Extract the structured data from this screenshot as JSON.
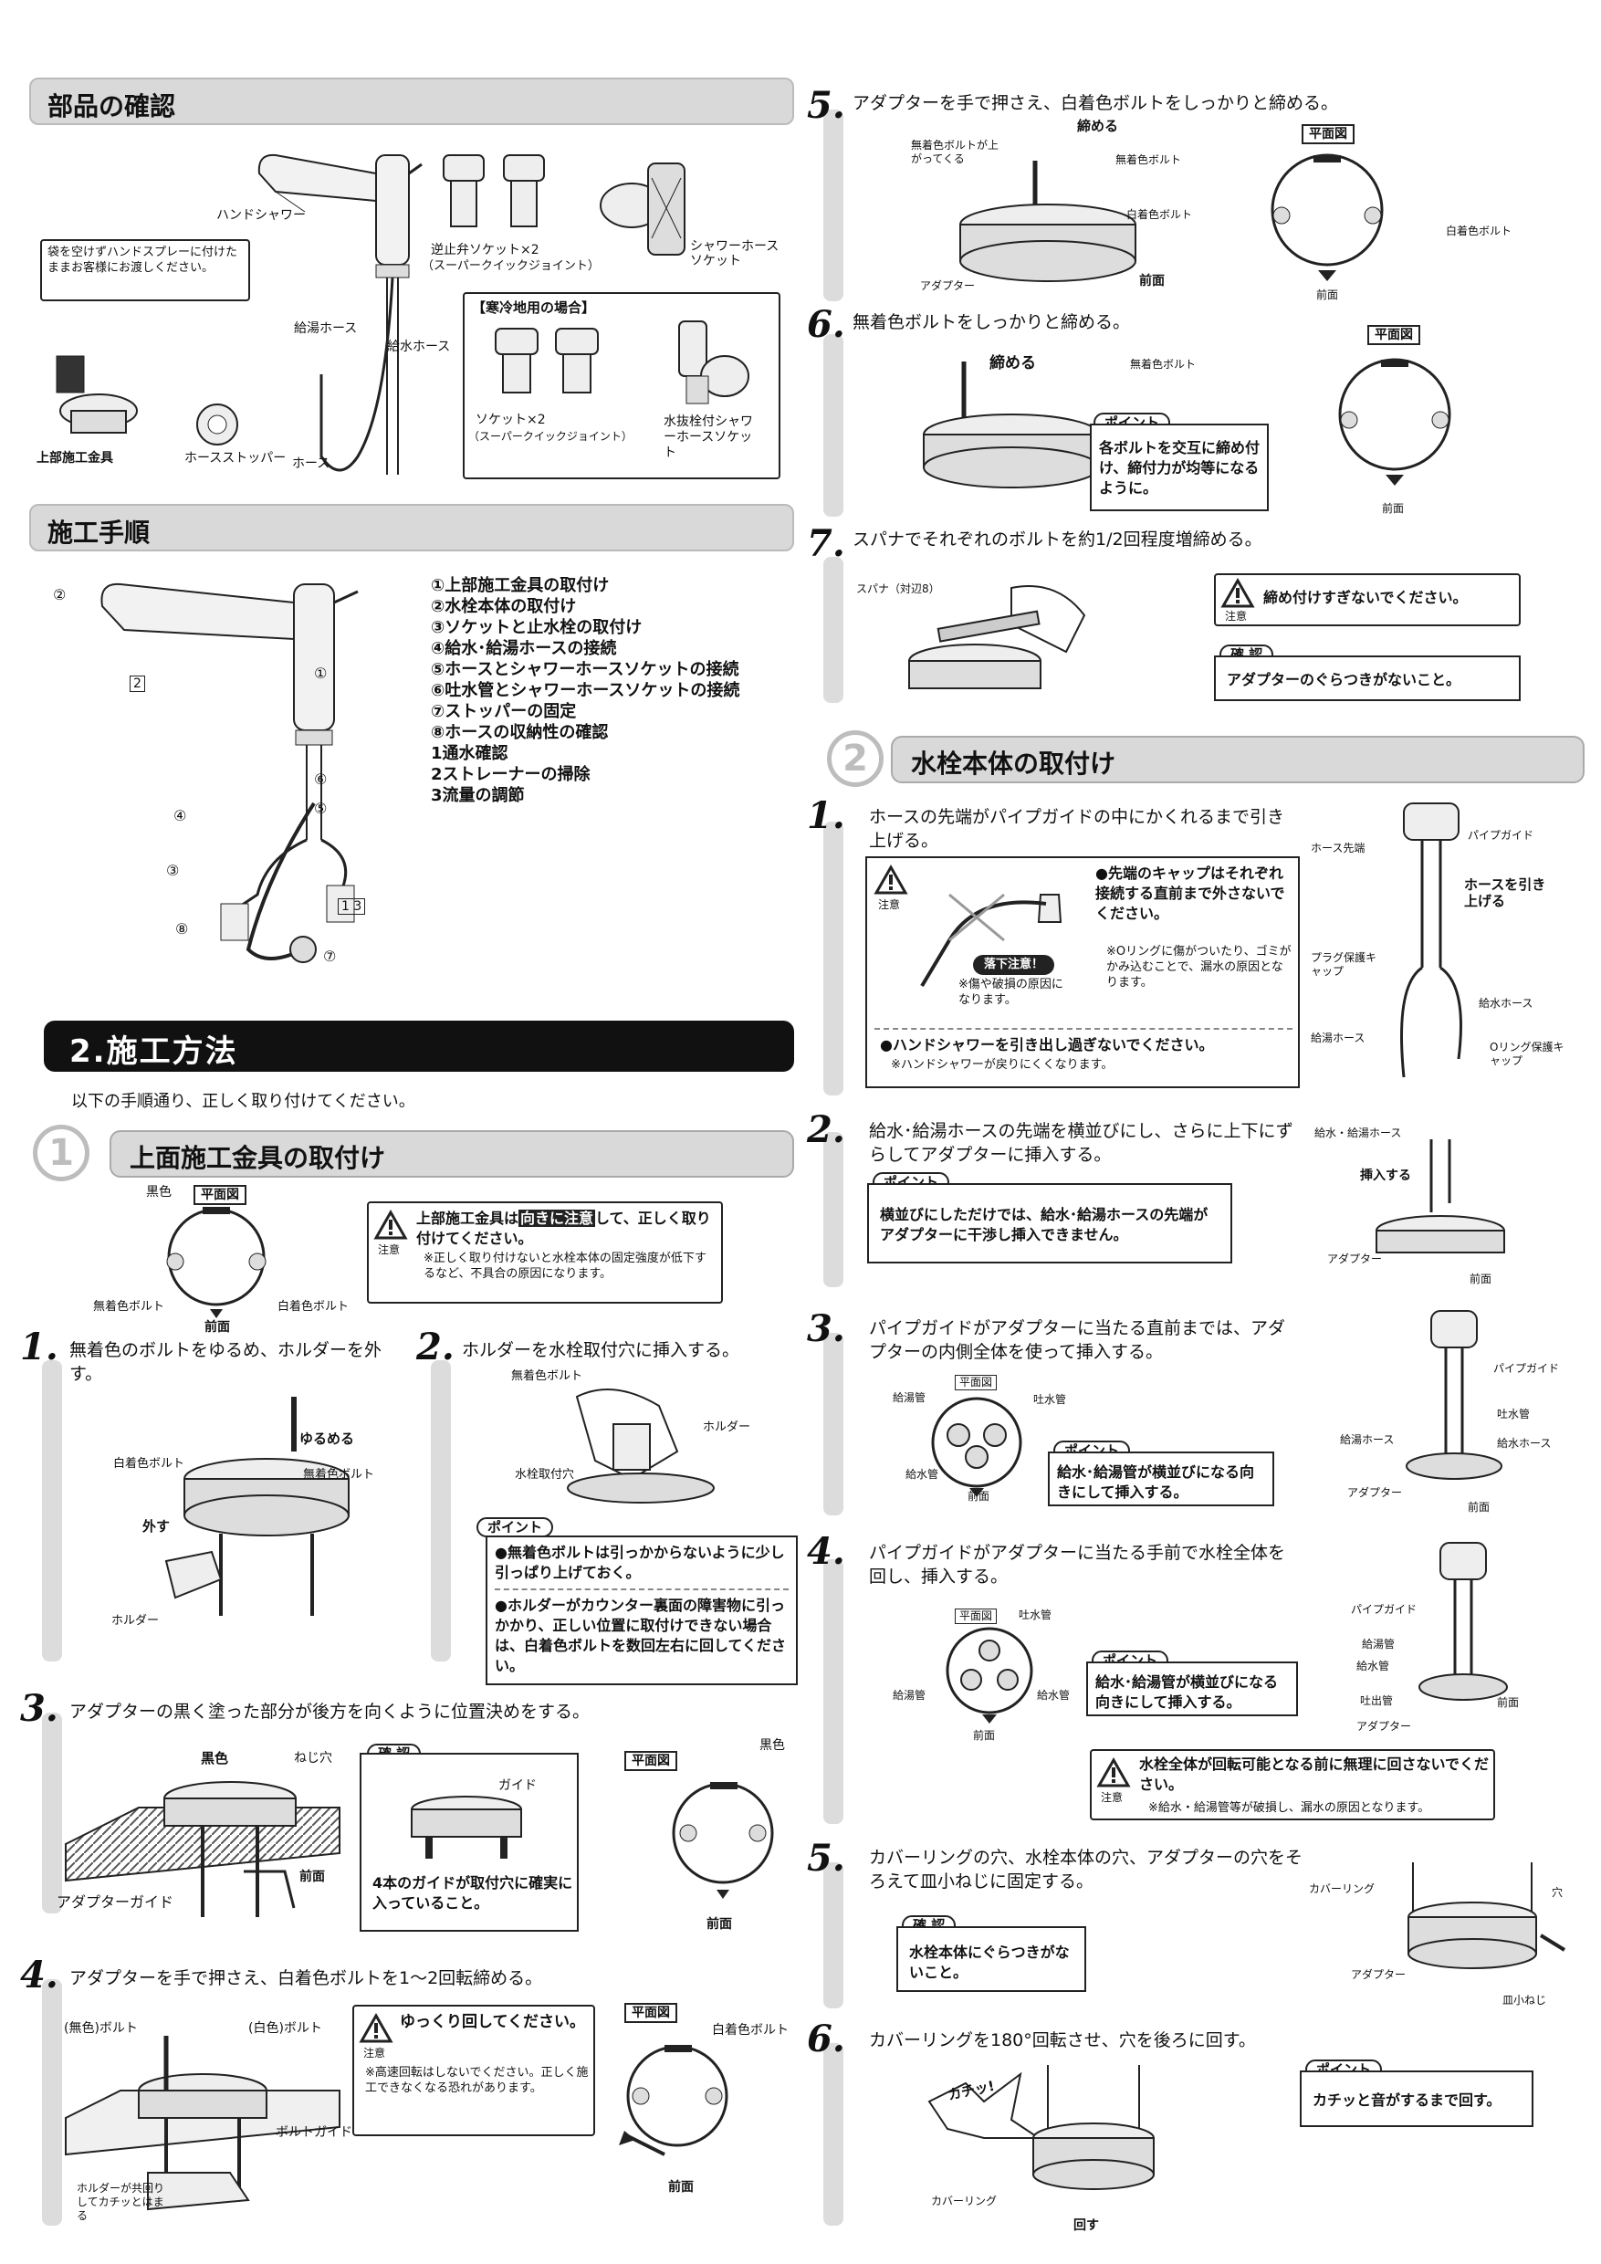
{
  "parts": {
    "heading": "部品の確認",
    "hand_shower": "ハンドシャワー",
    "note_bag": "袋を空けずハンドスプレーに付けたままお客様にお渡しください。",
    "check_socket": "逆止弁ソケット×2",
    "check_socket_sub": "（スーパークイックジョイント）",
    "shower_socket": "シャワーホースソケット",
    "hot_hose": "給湯ホース",
    "water_hose": "給水ホース",
    "hose": "ホース",
    "top_fitting": "上部施工金具",
    "hose_stopper": "ホースストッパー",
    "cold_title": "【寒冷地用の場合】",
    "cold_socket": "ソケット×2",
    "cold_socket_sub": "（スーパークイックジョイント）",
    "cold_drain": "水抜栓付シャワーホースソケット"
  },
  "procedure": {
    "heading": "施工手順",
    "items": [
      "①上部施工金具の取付け",
      "②水栓本体の取付け",
      "③ソケットと止水栓の取付け",
      "④給水･給湯ホースの接続",
      "⑤ホースとシャワーホースソケットの接続",
      "⑥吐水管とシャワーホースソケットの接続",
      "⑦ストッパーの固定",
      "⑧ホースの収納性の確認",
      "1通水確認",
      "2ストレーナーの掃除",
      "3流量の調節"
    ],
    "callouts": [
      "②",
      "2",
      "①",
      "⑥",
      "④",
      "⑤",
      "③",
      "1 3",
      "⑧",
      "⑦"
    ]
  },
  "method": {
    "heading": "2.施工方法",
    "intro": "以下の手順通り、正しく取り付けてください。"
  },
  "sec1": {
    "num": "1",
    "title": "上面施工金具の取付け",
    "plan": "平面図",
    "black": "黒色",
    "front": "前面",
    "no_color_bolt": "無着色ボルト",
    "white_bolt": "白着色ボルト",
    "warn_pre": "上部施工金具は",
    "warn_hl": "向きに注意",
    "warn_post": "して、正しく取り付けてください。",
    "warn_note": "※正しく取り付けないと水栓本体の固定強度が低下するなど、不具合の原因になります。",
    "caution": "注意",
    "s1_num": "1.",
    "s1_text": "無着色のボルトをゆるめ、ホルダーを外す。",
    "s1_loosen": "ゆるめる",
    "s1_white": "白着色ボルト",
    "s1_nocolor": "無着色ボルト",
    "s1_remove": "外す",
    "s1_holder": "ホルダー",
    "s2_num": "2.",
    "s2_text": "ホルダーを水栓取付穴に挿入する。",
    "s2_nocolor": "無着色ボルト",
    "s2_holder": "ホルダー",
    "s2_hole": "水栓取付穴",
    "point": "ポイント",
    "s2_p1": "●無着色ボルトは引っかからないように少し引っぱり上げておく。",
    "s2_p2": "●ホルダーがカウンター裏面の障害物に引っかかり、正しい位置に取付けできない場合は、白着色ボルトを数回左右に回してください。",
    "s3_num": "3.",
    "s3_text": "アダプターの黒く塗った部分が後方を向くように位置決めをする。",
    "s3_black": "黒色",
    "s3_screw": "ねじ穴",
    "s3_front": "前面",
    "s3_guide": "アダプターガイド",
    "confirm": "確 認",
    "s3_guide2": "ガイド",
    "s3_confirm": "4本のガイドが取付穴に確実に入っていること。",
    "s3_black2": "黒色",
    "s4_num": "4.",
    "s4_text": "アダプターを手で押さえ、白着色ボルトを1〜2回転締める。",
    "s4_nocolor": "(無色)ボルト",
    "s4_white": "(白色)ボルト",
    "s4_boltguide": "ボルトガイド",
    "s4_holder_note": "ホルダーが共回りしてカチッとはまる",
    "s4_warn_title": "ゆっくり回してください。",
    "s4_warn_note": "※高速回転はしないでください。正しく施工できなくなる恐れがあります。",
    "s4_white2": "白着色ボルト"
  },
  "right_top": {
    "s5_num": "5.",
    "s5_text": "アダプターを手で押さえ、白着色ボルトをしっかりと締める。",
    "s5_tighten": "締める",
    "s5_nocolor_up": "無着色ボルトが上がってくる",
    "s5_nocolor": "無着色ボルト",
    "s5_white": "白着色ボルト",
    "s5_adapter": "アダプター",
    "s5_front": "前面",
    "s5_plan": "平面図",
    "s5_white2": "白着色ボルト",
    "s5_front2": "前面",
    "s6_num": "6.",
    "s6_text": "無着色ボルトをしっかりと締める。",
    "s6_tighten": "締める",
    "s6_nocolor": "無着色ボルト",
    "s6_plan": "平面図",
    "s6_point": "ポイント",
    "s6_point_text": "各ボルトを交互に締め付け、締付力が均等になるように。",
    "s6_front": "前面",
    "s7_num": "7.",
    "s7_text": "スパナでそれぞれのボルトを約1/2回程度増締める。",
    "s7_spanner": "スパナ（対辺8）",
    "s7_warn": "締め付けすぎないでください。",
    "s7_caution": "注意",
    "s7_confirm": "確 認",
    "s7_confirm_text": "アダプターのぐらつきがないこと。"
  },
  "sec2": {
    "num": "2",
    "title": "水栓本体の取付け",
    "s1_num": "1.",
    "s1_text": "ホースの先端がパイプガイドの中にかくれるまで引き上げる。",
    "s1_warn_a": "●先端のキャップはそれぞれ接続する直前まで外さないでください。",
    "s1_warn_a_note": "※Oリングに傷がついたり、ゴミがかみ込むことで、漏水の原因となります。",
    "s1_drop": "落下注意！",
    "s1_drop_note": "※傷や破損の原因になります。",
    "s1_warn_b": "●ハンドシャワーを引き出し過ぎないでください。",
    "s1_warn_b_note": "※ハンドシャワーが戻りにくくなります。",
    "s1_caution": "注意",
    "s1_hose_tip": "ホース先端",
    "s1_pipe_guide": "パイプガイド",
    "s1_pull": "ホースを引き上げる",
    "s1_plug": "プラグ保護キャップ",
    "s1_water": "給水ホース",
    "s1_hot": "給湯ホース",
    "s1_oring": "Oリング保護キャップ",
    "s2_num": "2.",
    "s2_text": "給水･給湯ホースの先端を横並びにし、さらに上下にずらしてアダプターに挿入する。",
    "s2_point": "ポイント",
    "s2_point_text": "横並びにしただけでは、給水･給湯ホースの先端がアダプターに干渉し挿入できません。",
    "s2_hoses": "給水・給湯ホース",
    "s2_insert": "挿入する",
    "s2_adapter": "アダプター",
    "s2_front": "前面",
    "s3_num": "3.",
    "s3_text": "パイプガイドがアダプターに当たる直前までは、アダプターの内側全体を使って挿入する。",
    "s3_plan": "平面図",
    "s3_hotpipe": "給湯管",
    "s3_spout": "吐水管",
    "s3_waterpipe": "給水管",
    "s3_front": "前面",
    "s3_point": "ポイント",
    "s3_point_text": "給水･給湯管が横並びになる向きにして挿入する。",
    "s3_pipe_guide": "パイプガイド",
    "s3_spout2": "吐水管",
    "s3_hot_hose": "給湯ホース",
    "s3_water_hose": "給水ホース",
    "s3_adapter": "アダプター",
    "s3_front2": "前面",
    "s4_num": "4.",
    "s4_text": "パイプガイドがアダプターに当たる手前で水栓全体を回し、挿入する。",
    "s4_plan": "平面図",
    "s4_spout": "吐水管",
    "s4_hotpipe": "給湯管",
    "s4_waterpipe": "給水管",
    "s4_front": "前面",
    "s4_point": "ポイント",
    "s4_point_text": "給水･給湯管が横並びになる向きにして挿入する。",
    "s4_pipe_guide": "パイプガイド",
    "s4_hot2": "給湯管",
    "s4_water2": "給水管",
    "s4_spout2": "吐出管",
    "s4_adapter": "アダプター",
    "s4_front2": "前面",
    "s4_warn": "水栓全体が回転可能となる前に無理に回さないでください。",
    "s4_warn_note": "※給水・給湯管等が破損し、漏水の原因となります。",
    "s4_caution": "注意",
    "s5_num": "5.",
    "s5_text": "カバーリングの穴、水栓本体の穴、アダプターの穴をそろえて皿小ねじに固定する。",
    "s5_confirm": "確 認",
    "s5_confirm_text": "水栓本体にぐらつきがないこと。",
    "s5_cover": "カバーリング",
    "s5_hole": "穴",
    "s5_adapter": "アダプター",
    "s5_screw": "皿小ねじ",
    "s6_num": "6.",
    "s6_text": "カバーリングを180°回転させ、穴を後ろに回す。",
    "s6_click": "カチッ!",
    "s6_cover": "カバーリング",
    "s6_turn": "回す",
    "s6_point": "ポイント",
    "s6_point_text": "カチッと音がするまで回す。"
  }
}
